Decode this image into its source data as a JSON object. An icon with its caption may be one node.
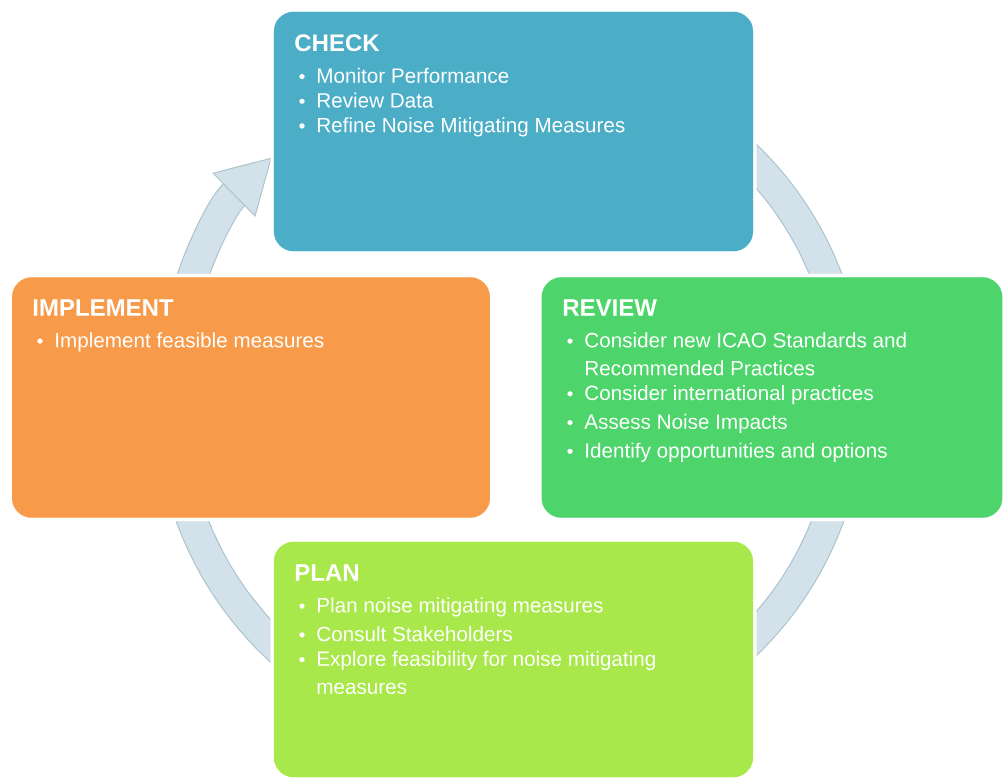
{
  "diagram": {
    "nodes": [
      {
        "text": [
          "CHECK",
          "Monitor Performance",
          "Review Data",
          "Refine Noise Mitigating Measures"
        ]
      },
      {
        "text": [
          "REVIEW",
          "Consider new ICAO Standards and Recommended Practices",
          "Consider international practices",
          "Assess Noise Impacts",
          "Identify opportunities and options"
        ]
      },
      {
        "text": [
          "PLAN",
          "Plan noise mitigating measures",
          "Consult Stakeholders",
          "Explore feasibility for noise mitigating measures"
        ]
      },
      {
        "text": [
          "IMPLEMENT",
          "Implement feasible measures"
        ]
      }
    ],
    "edges": [
      {
        "from": 0,
        "to": 1,
        "arrow": "none"
      },
      {
        "from": 1,
        "to": 2,
        "arrow": "none"
      },
      {
        "from": 2,
        "to": 3,
        "arrow": "none"
      },
      {
        "from": 3,
        "to": 0,
        "arrow": "to"
      }
    ]
  }
}
